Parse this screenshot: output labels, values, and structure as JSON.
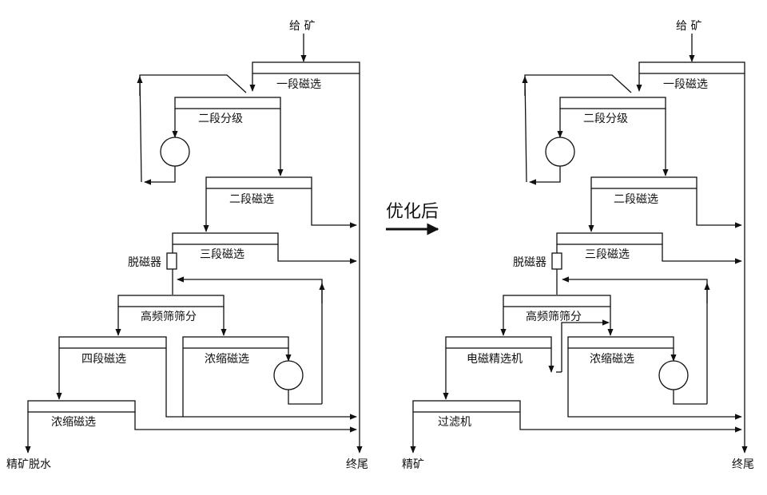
{
  "transition": {
    "label": "优化后"
  },
  "left": {
    "feed": "给 矿",
    "stage1_mag": "一段磁选",
    "stage2_classify": "二段分级",
    "stage2_mag": "二段磁选",
    "stage3_mag": "三段磁选",
    "demagnetizer": "脱磁器",
    "hf_screen": "高频筛筛分",
    "stage4_mag": "四段磁选",
    "thicken_mag_a": "浓缩磁选",
    "thicken_mag_b": "浓缩磁选",
    "concentrate": "精矿脱水",
    "tailings": "终尾"
  },
  "right": {
    "feed": "给 矿",
    "stage1_mag": "一段磁选",
    "stage2_classify": "二段分级",
    "stage2_mag": "二段磁选",
    "stage3_mag": "三段磁选",
    "demagnetizer": "脱磁器",
    "hf_screen": "高频筛筛分",
    "elutriation": "电磁精选机",
    "thicken_mag": "浓缩磁选",
    "filter": "过滤机",
    "concentrate": "精矿",
    "tailings": "终尾"
  }
}
